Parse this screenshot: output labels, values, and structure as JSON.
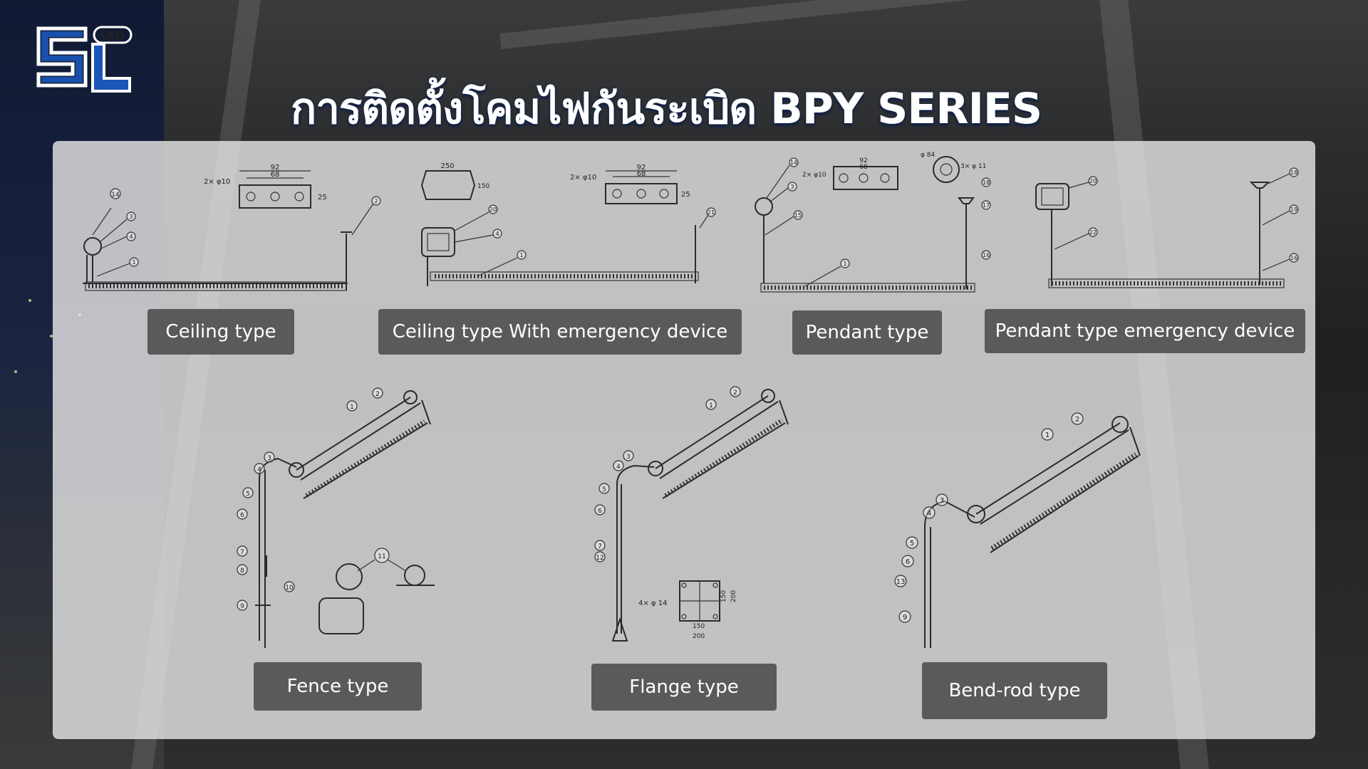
{
  "logo": {
    "mark": "SL",
    "badge": "LED"
  },
  "title": "การติดตั้งโคมไฟกันระเบิด BPY SERIES",
  "colors": {
    "label_bg": "#5a5a5a",
    "title_shadow": "#0a1e4a",
    "panel": "#e8e8e8"
  },
  "types": [
    {
      "label": "Ceiling type"
    },
    {
      "label": "Ceiling type With emergency device"
    },
    {
      "label": "Pendant type"
    },
    {
      "label": "Pendant type emergency device"
    },
    {
      "label": "Fence type"
    },
    {
      "label": "Flange type"
    },
    {
      "label": "Bend-rod type"
    }
  ],
  "dims": {
    "ceiling": {
      "w1": "92",
      "w2": "68",
      "h": "25",
      "holes": "2× φ10"
    },
    "ceiling_em": {
      "box_w": "250",
      "box_h": "150",
      "w1": "92",
      "w2": "68",
      "h": "25",
      "holes": "2× φ10"
    },
    "pendant": {
      "w1": "92",
      "w2": "68",
      "holes": "2× φ10",
      "dia": "φ 84",
      "bolts": "3× φ 11"
    },
    "flange": {
      "holes": "4× φ 14",
      "in_w": "150",
      "out_w": "200",
      "in_h": "150",
      "out_h": "200"
    }
  },
  "callouts": {
    "ceiling": [
      "14",
      "3",
      "4",
      "1",
      "2"
    ],
    "ceiling_em": [
      "20",
      "4",
      "1",
      "21"
    ],
    "pendant": [
      "14",
      "3",
      "15",
      "1",
      "18",
      "17",
      "16"
    ],
    "pendant_em": [
      "20",
      "22",
      "18",
      "19",
      "16"
    ],
    "fence": [
      "2",
      "1",
      "3",
      "4",
      "5",
      "6",
      "7",
      "8",
      "9",
      "10",
      "11"
    ],
    "flange": [
      "2",
      "1",
      "3",
      "4",
      "5",
      "6",
      "7",
      "12"
    ],
    "bendrod": [
      "2",
      "1",
      "3",
      "4",
      "5",
      "6",
      "13",
      "9"
    ]
  }
}
